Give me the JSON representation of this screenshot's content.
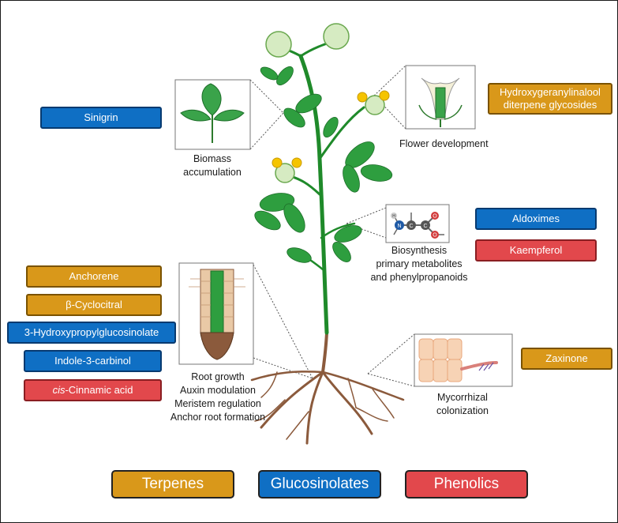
{
  "labels": {
    "biomass": [
      "Biomass",
      "accumulation"
    ],
    "flower": "Flower development",
    "biosynthesis": [
      "Biosynthesis",
      "primary metabolites",
      "and phenylpropanoids"
    ],
    "root": [
      "Root growth",
      "Auxin modulation",
      "Meristem regulation",
      "Anchor root formation"
    ],
    "mycorrhizal": [
      "Mycorrhizal",
      "colonization"
    ]
  },
  "compounds": {
    "sinigrin": "Sinigrin",
    "hydroxygeranyl": [
      "Hydroxygeranylinalool",
      "diterpene glycosides"
    ],
    "aldoximes": "Aldoximes",
    "kaempferol": "Kaempferol",
    "anchorene": "Anchorene",
    "cyclocitral": "β-Cyclocitral",
    "hydroxypropyl": "3-Hydroxypropylglucosinolate",
    "indole": "Indole-3-carbinol",
    "cinnamic_italic": "cis",
    "cinnamic_rest": "-Cinnamic acid",
    "zaxinone": "Zaxinone"
  },
  "molecule_atoms": {
    "n": "N",
    "c1": "C",
    "c2": "C",
    "o1": "O",
    "o2": "O",
    "h": "H"
  },
  "legend": {
    "terpenes": "Terpenes",
    "glucosinolates": "Glucosinolates",
    "phenolics": "Phenolics"
  },
  "colors": {
    "terpenes": "#d9981a",
    "glucosinolates": "#0f6fc4",
    "phenolics": "#e2484c",
    "leaf": "#2e9e3f",
    "stem": "#1f8a2a",
    "root": "#8b5a3c"
  }
}
